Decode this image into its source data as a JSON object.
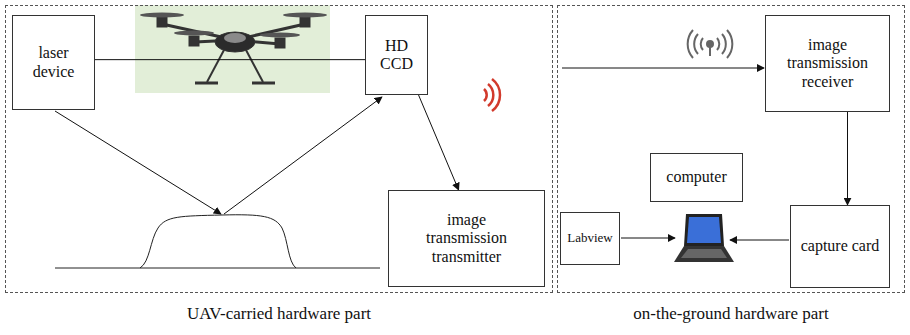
{
  "diagram": {
    "nodes": [
      {
        "text": [
          "UAV-carried hardware part"
        ]
      },
      {
        "text": [
          "laser device"
        ],
        "in": 0
      },
      {
        "text": [
          "HD CCD"
        ],
        "in": 0
      },
      {
        "text": [
          "image transmission transmitter"
        ],
        "in": 0
      },
      {
        "text": [
          "on-the-ground hardware part"
        ]
      },
      {
        "text": [
          "image transmission receiver"
        ],
        "in": 4
      },
      {
        "text": [
          "computer"
        ],
        "in": 4
      },
      {
        "text": [
          "Labview"
        ],
        "in": 4
      },
      {
        "text": [
          "capture card"
        ],
        "in": 4
      }
    ],
    "edges": [
      {
        "from": 1,
        "to": 2,
        "arrow": "none"
      },
      {
        "from": 2,
        "to": 3,
        "arrow": "to"
      },
      {
        "from": 5,
        "to": 8,
        "arrow": "to"
      }
    ]
  }
}
